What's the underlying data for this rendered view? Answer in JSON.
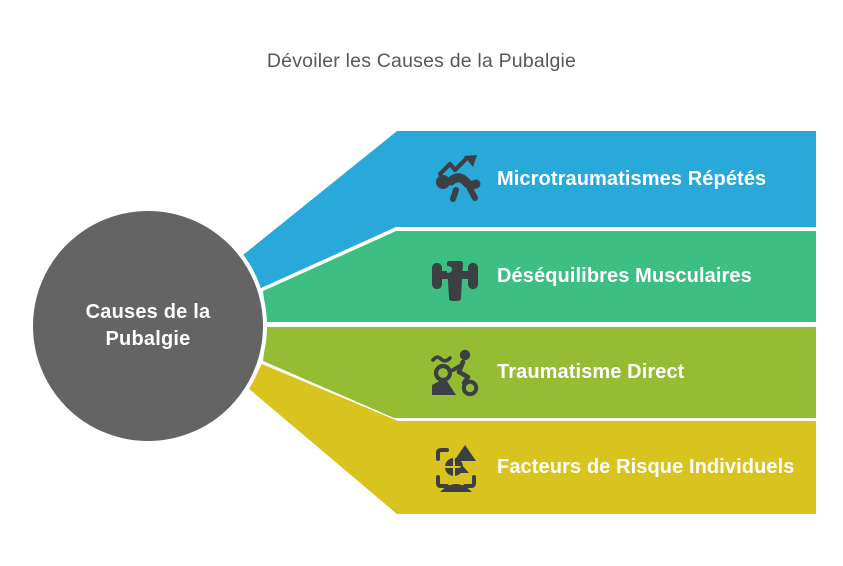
{
  "title": "Dévoiler les Causes de la Pubalgie",
  "title_color": "#57585A",
  "background_color": "#FFFFFF",
  "center": {
    "label": "Causes de la\nPubalgie",
    "color": "#646464",
    "text_color": "#FFFFFF"
  },
  "icon_color": "#3C4043",
  "bands": [
    {
      "label": "Microtraumatismes Répétés",
      "color": "#29A9DA",
      "icon": "exercise-trending-up-icon"
    },
    {
      "label": "Déséquilibres Musculaires",
      "color": "#3DBE82",
      "icon": "dumbbell-grip-icon"
    },
    {
      "label": "Traumatisme Direct",
      "color": "#95BC33",
      "icon": "downhill-bike-crash-icon"
    },
    {
      "label": "Facteurs de Risque Individuels",
      "color": "#D9C41F",
      "icon": "person-risk-scan-icon"
    }
  ]
}
